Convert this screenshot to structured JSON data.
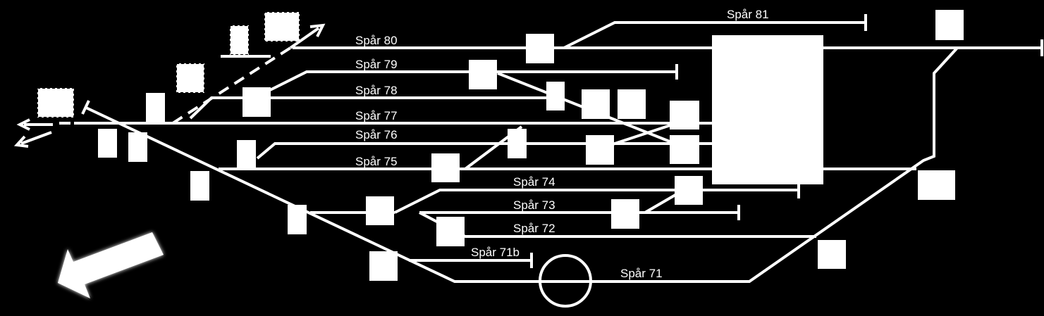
{
  "diagram": {
    "colors": {
      "background": "#000000",
      "foreground": "#ffffff"
    },
    "tracks": [
      {
        "id": "81",
        "label": "Spår 81"
      },
      {
        "id": "80",
        "label": "Spår 80"
      },
      {
        "id": "79",
        "label": "Spår 79"
      },
      {
        "id": "78",
        "label": "Spår 78"
      },
      {
        "id": "77",
        "label": "Spår 77"
      },
      {
        "id": "76",
        "label": "Spår 76"
      },
      {
        "id": "75",
        "label": "Spår 75"
      },
      {
        "id": "74",
        "label": "Spår 74"
      },
      {
        "id": "73",
        "label": "Spår 73"
      },
      {
        "id": "72",
        "label": "Spår 72"
      },
      {
        "id": "71b",
        "label": "Spår 71b"
      },
      {
        "id": "71",
        "label": "Spår 71"
      }
    ],
    "icons": {
      "direction": "direction-arrow-icon",
      "exit": "exit-arrow-icon",
      "turntable": "turntable-circle-icon"
    }
  }
}
